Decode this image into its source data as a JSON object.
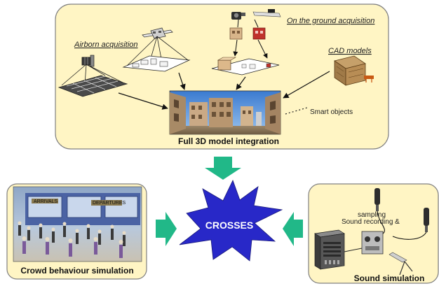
{
  "top_panel": {
    "title": "Full 3D model integration",
    "labels": {
      "airborne": "Airborn acquisition",
      "ground": "On the ground acquisition",
      "cad": "CAD models",
      "smart": "Smart objects"
    }
  },
  "center": {
    "label": "CROSSES"
  },
  "left_panel": {
    "title": "Crowd behaviour simulation",
    "signs": {
      "left": "ARRIVALS",
      "right": "DEPARTURES"
    }
  },
  "right_panel": {
    "title": "Sound simulation",
    "note_line1": "sampling",
    "note_line2": "Sound recording &"
  },
  "colors": {
    "panel_fill": "#fff5c4",
    "panel_stroke": "#808080",
    "arrow_green": "#21b888",
    "star_blue": "#2828c8",
    "star_text": "#ffffff"
  }
}
